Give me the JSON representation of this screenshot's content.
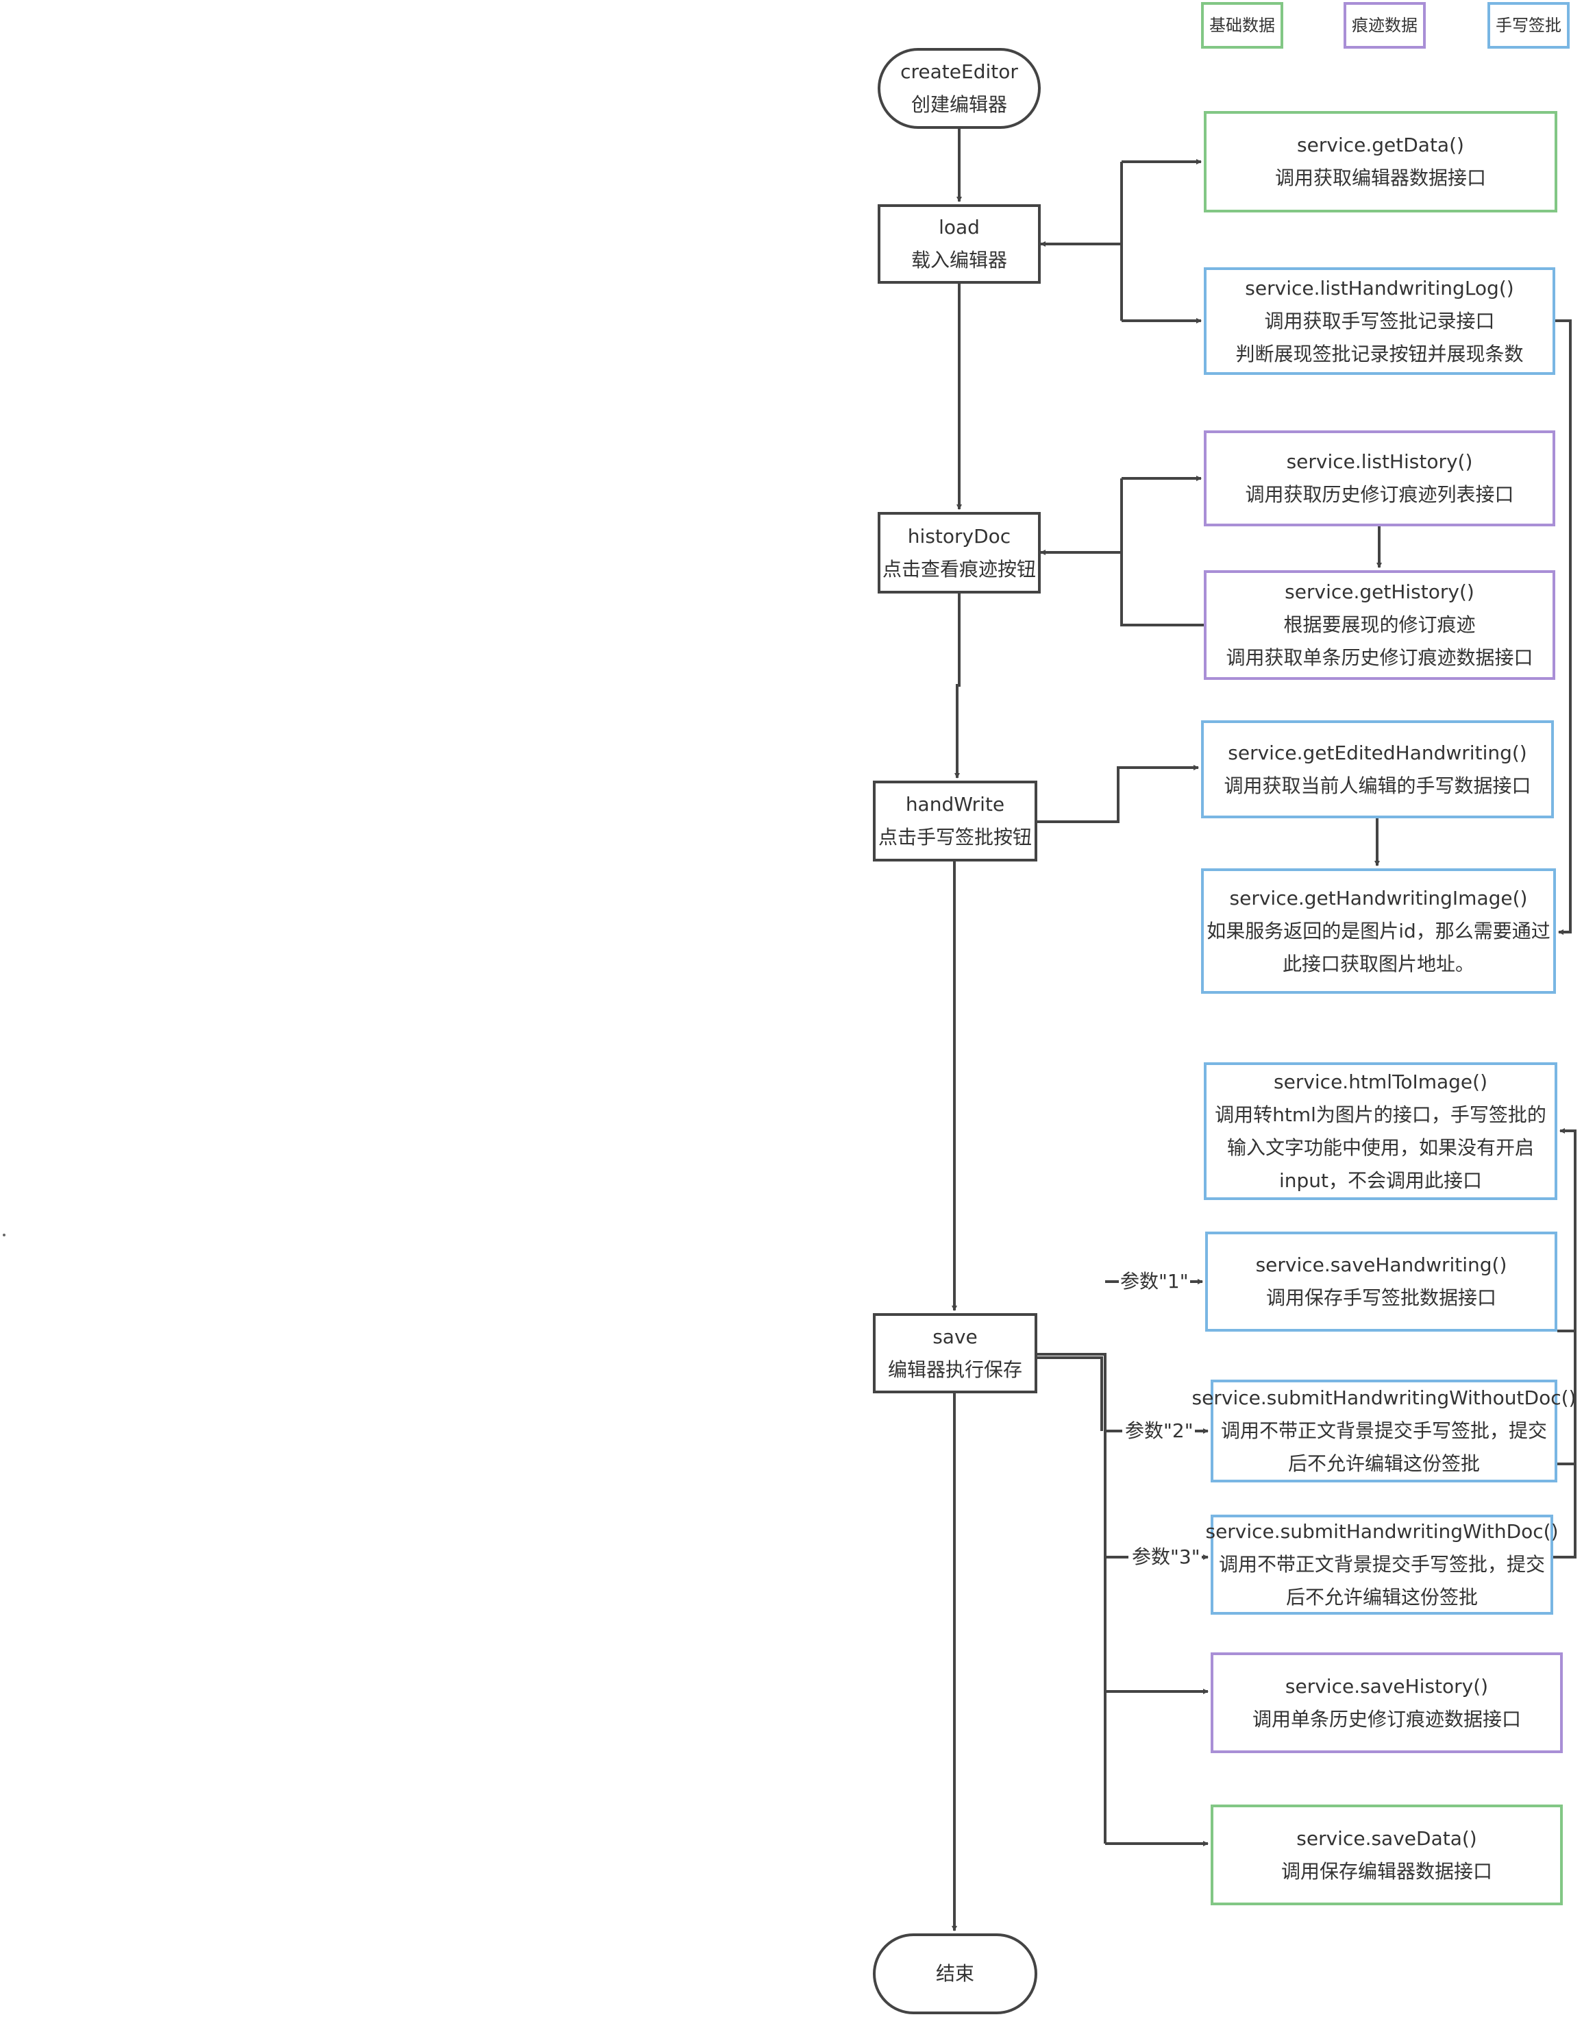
{
  "legend": {
    "basic": "基础数据",
    "trace": "痕迹数据",
    "handwrite": "手写签批"
  },
  "colors": {
    "basic": "#82c785",
    "trace": "#a98fd6",
    "handwrite": "#79b6e3",
    "flow": "#444444"
  },
  "flow": {
    "create_editor": {
      "line1": "createEditor",
      "line2": "创建编辑器"
    },
    "load": {
      "line1": "load",
      "line2": "载入编辑器"
    },
    "history_doc": {
      "line1": "historyDoc",
      "line2": "点击查看痕迹按钮"
    },
    "hand_write": {
      "line1": "handWrite",
      "line2": "点击手写签批按钮"
    },
    "save": {
      "line1": "save",
      "line2": "编辑器执行保存"
    },
    "end": {
      "line1": "结束"
    }
  },
  "services": {
    "get_data": {
      "line1": "service.getData()",
      "line2": "调用获取编辑器数据接口"
    },
    "list_handwriting_log": {
      "line1": "service.listHandwritingLog()",
      "line2": "调用获取手写签批记录接口",
      "line3": "判断展现签批记录按钮并展现条数"
    },
    "list_history": {
      "line1": "service.listHistory()",
      "line2": "调用获取历史修订痕迹列表接口"
    },
    "get_history": {
      "line1": "service.getHistory()",
      "line2": "根据要展现的修订痕迹",
      "line3": "调用获取单条历史修订痕迹数据接口"
    },
    "get_edited_handwriting": {
      "line1": "service.getEditedHandwriting()",
      "line2": "调用获取当前人编辑的手写数据接口"
    },
    "get_handwriting_image": {
      "line1": "service.getHandwritingImage()",
      "line2": "如果服务返回的是图片id，那么需要通过",
      "line3": "此接口获取图片地址。"
    },
    "html_to_image": {
      "line1": "service.htmlToImage()",
      "line2": "调用转html为图片的接口，手写签批的",
      "line3": "输入文字功能中使用，如果没有开启",
      "line4": "input，不会调用此接口"
    },
    "save_handwriting": {
      "line1": "service.saveHandwriting()",
      "line2": "调用保存手写签批数据接口"
    },
    "submit_without_doc": {
      "line1": "service.submitHandwritingWithoutDoc()",
      "line2": "调用不带正文背景提交手写签批，提交",
      "line3": "后不允许编辑这份签批"
    },
    "submit_with_doc": {
      "line1": "service.submitHandwritingWithDoc()",
      "line2": "调用不带正文背景提交手写签批，提交",
      "line3": "后不允许编辑这份签批"
    },
    "save_history": {
      "line1": "service.saveHistory()",
      "line2": "调用单条历史修订痕迹数据接口"
    },
    "save_data": {
      "line1": "service.saveData()",
      "line2": "调用保存编辑器数据接口"
    }
  },
  "params": {
    "p1": "参数\"1\"",
    "p2": "参数\"2\"",
    "p3": "参数\"3\""
  }
}
